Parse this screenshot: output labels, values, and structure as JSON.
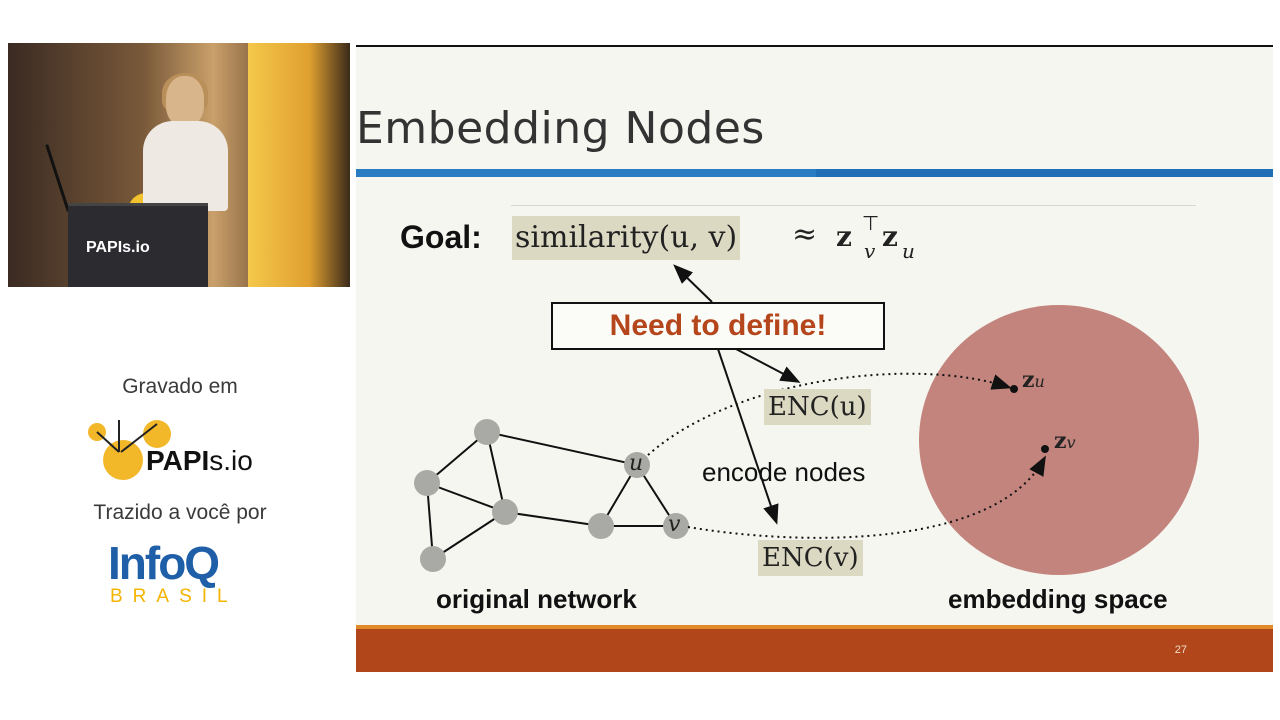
{
  "video": {
    "lectern_logo_text": "PAPIs.io"
  },
  "sidebar": {
    "recorded_at_label": "Gravado em",
    "papis_brand_bold": "PAPI",
    "papis_brand_rest": "s.io",
    "brought_by_label": "Trazido a você por",
    "infoq_word": "InfoQ",
    "infoq_country": "BRASIL"
  },
  "slide": {
    "title": "Embedding Nodes",
    "goal_label": "Goal:",
    "similarity_expr": "similarity(u, v)",
    "approx_symbol": "≈",
    "z_bold": "z",
    "sub_v": "v",
    "sup_transpose": "⊤",
    "sub_u": "u",
    "callout": "Need to define!",
    "enc_u": "ENC(u)",
    "enc_v": "ENC(v)",
    "encode_label": "encode nodes",
    "node_u": "u",
    "node_v": "v",
    "z_u_label_main": "z",
    "z_u_label_sub": "u",
    "z_v_label_main": "z",
    "z_v_label_sub": "v",
    "original_network_label": "original network",
    "embedding_space_label": "embedding space",
    "page_number": "27"
  },
  "colors": {
    "title_bar": "#1f6fb7",
    "footer_bar": "#b0461a",
    "callout_text": "#b5451b",
    "embedding_circle": "#c2847d",
    "node_fill": "#a9aaa5",
    "highlight": "#dcd9c2"
  }
}
